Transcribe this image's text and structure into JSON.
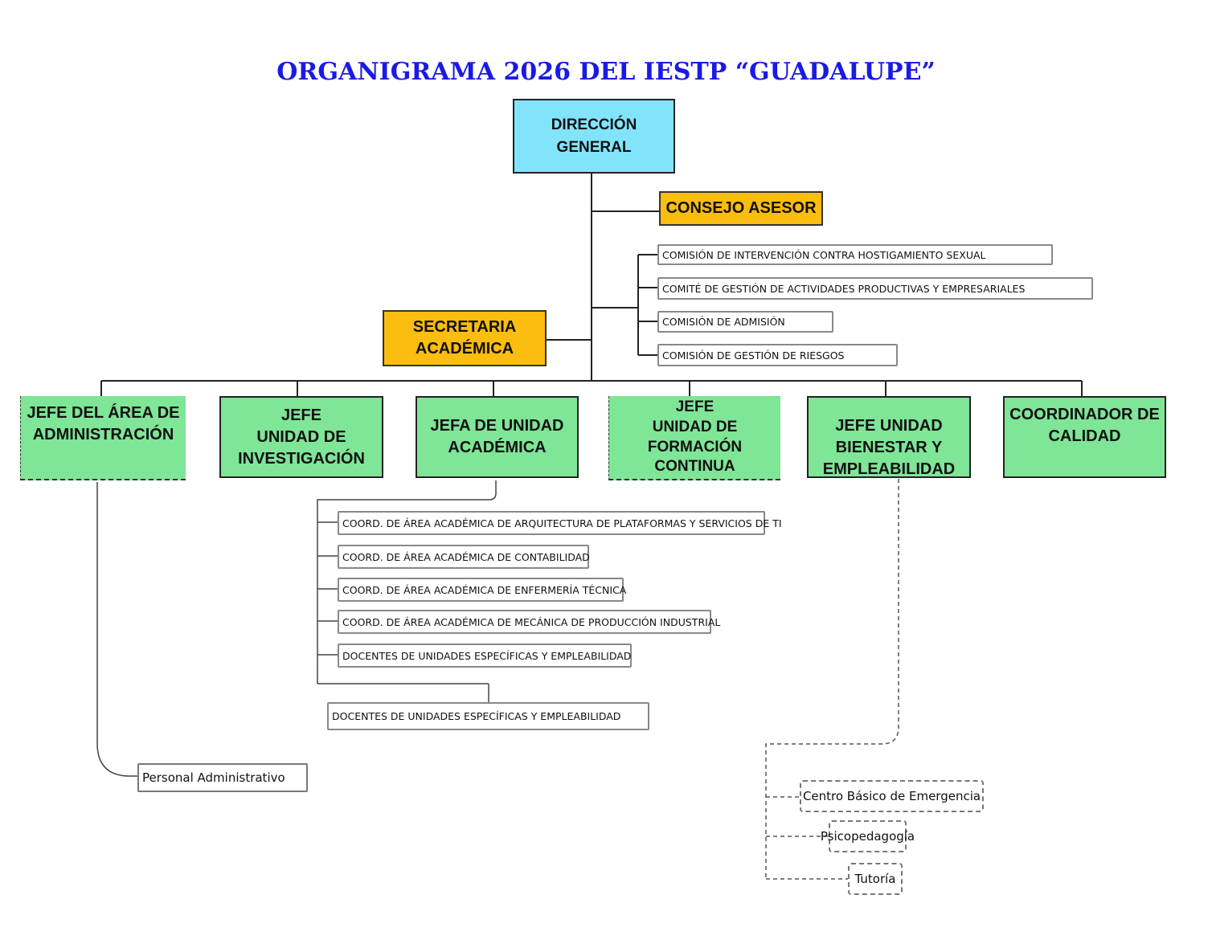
{
  "title": "ORGANIGRAMA 2026 DEL IESTP “GUADALUPE”",
  "top": {
    "direccion": "DIRECCIÓN\nGENERAL"
  },
  "advisory": {
    "consejo": "CONSEJO ASESOR",
    "secretaria": "SECRETARIA\nACADÉMICA"
  },
  "commissions": [
    "COMISIÓN DE INTERVENCIÓN CONTRA HOSTIGAMIENTO SEXUAL",
    "COMITÉ DE GESTIÓN DE ACTIVIDADES PRODUCTIVAS Y EMPRESARIALES",
    "COMISIÓN DE ADMISIÓN",
    "COMISIÓN DE GESTIÓN DE RIESGOS"
  ],
  "units": [
    "JEFE DEL ÁREA DE\nADMINISTRACIÓN",
    "JEFE\nUNIDAD DE\nINVESTIGACIÓN",
    "JEFA DE UNIDAD\nACADÉMICA",
    "JEFE\nUNIDAD    DE\nFORMACIÓN\nCONTINUA",
    "JEFE UNIDAD\nBIENESTAR Y\nEMPLEABILIDAD",
    "COORDINADOR DE\nCALIDAD"
  ],
  "academic_subunits": [
    "COORD. DE ÁREA ACADÉMICA DE ARQUITECTURA DE PLATAFORMAS Y SERVICIOS DE TI",
    "COORD. DE ÁREA ACADÉMICA DE CONTABILIDAD",
    "COORD. DE ÁREA ACADÉMICA DE ENFERMERÍA TÉCNICA",
    "COORD. DE ÁREA ACADÉMICA DE MECÁNICA DE PRODUCCIÓN INDUSTRIAL",
    "DOCENTES DE UNIDADES ESPECÍFICAS Y EMPLEABILIDAD"
  ],
  "docentes_extra": "DOCENTES DE UNIDADES ESPECÍFICAS Y EMPLEABILIDAD",
  "admin_sub": "Personal Administrativo",
  "bienestar_subunits": [
    "Centro Básico de Emergencia",
    "Psicopedagogía",
    "Tutoría"
  ]
}
